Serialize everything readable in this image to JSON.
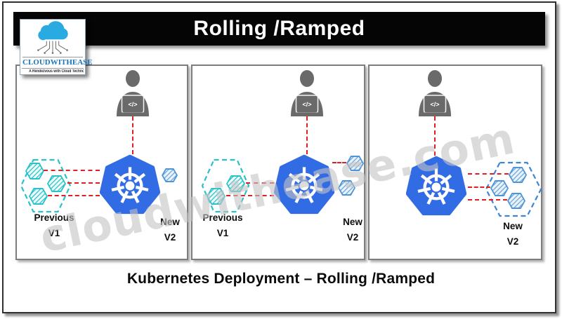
{
  "header": {
    "title": "Rolling /Ramped",
    "background": "#000000",
    "text_color": "#FFFFFF"
  },
  "logo": {
    "brand": "CLOUDWITHEASE",
    "tagline": "A Rendezvous with Cloud Technologies",
    "cloud_color": "#29ABE2",
    "brand_color": "#1B75BC"
  },
  "watermark": {
    "text": "cloudwithease.com"
  },
  "caption": {
    "text": "Kubernetes Deployment – Rolling /Ramped"
  },
  "icons": {
    "developer": "developer-at-laptop",
    "code_glyph": "</>",
    "kubernetes": "kubernetes-helm-wheel",
    "pod": "hexagon-pod"
  },
  "colors": {
    "kubernetes_blue": "#326CE5",
    "previous_teal": "#2BC1C9",
    "new_blue": "#4D94D8",
    "link_red": "#E21E25",
    "person_gray": "#6A6A6A",
    "watermark_gray": "#C4C4C4"
  },
  "panels": [
    {
      "previous": {
        "label": "Previous",
        "version": "V1",
        "pod_count": 3
      },
      "new": {
        "label": "New",
        "version": "V2",
        "pod_count": 1
      }
    },
    {
      "previous": {
        "label": "Previous",
        "version": "V1",
        "pod_count": 2
      },
      "new": {
        "label": "New",
        "version": "V2",
        "pod_count": 2
      }
    },
    {
      "new": {
        "label": "New",
        "version": "V2",
        "pod_count": 3
      }
    }
  ]
}
